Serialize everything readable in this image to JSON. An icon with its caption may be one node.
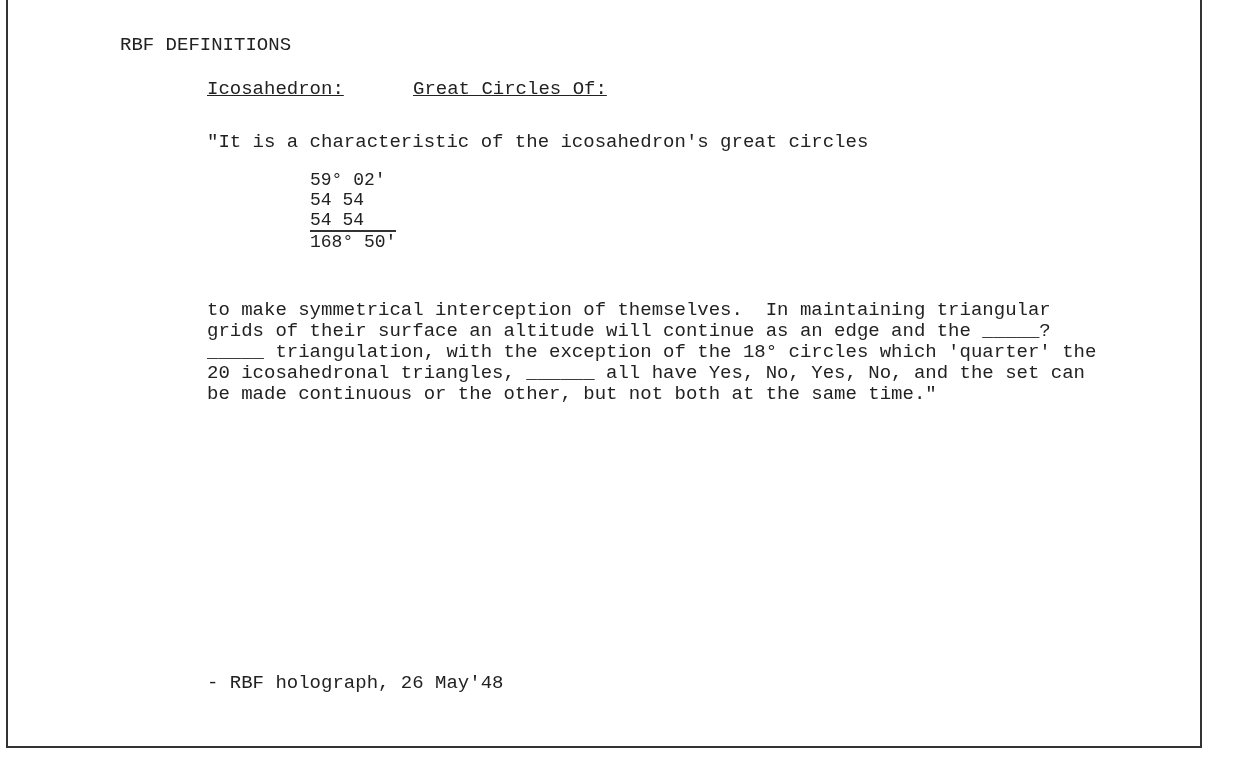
{
  "diagram": {
    "title": "RBF DEFINITIONS",
    "labels": [
      "Icosahedron:",
      "Great Circles Of:",
      "\"It is a characteristic of the icosahedron's great circles",
      "59° 02'",
      "54 54",
      "54 54",
      "168° 50'",
      "to make symmetrical interception of themselves.  In maintaining triangular grids of their surface an altitude will continue as an edge and the _____?_____ triangulation, with the exception of the 18° circles which 'quarter' the 20 icosahedronal triangles, ______ all have Yes, No, Yes, No, and the set can be made continuous or the other, but not both at the same time.\"",
      "- RBF holograph, 26 May'48"
    ]
  }
}
